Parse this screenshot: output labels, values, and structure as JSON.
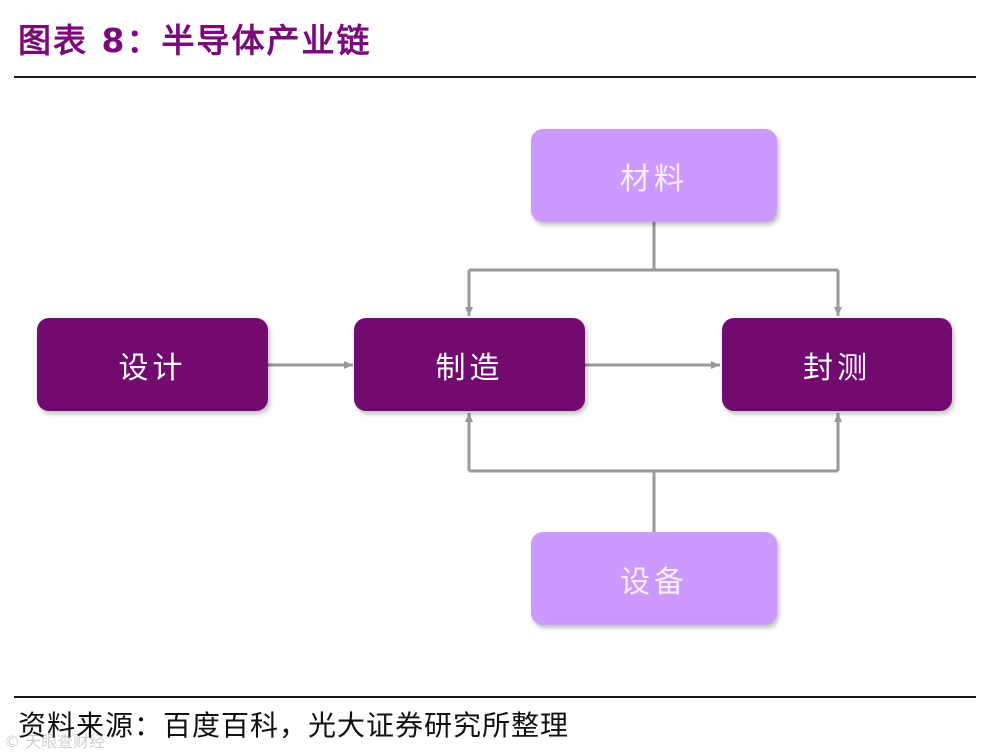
{
  "figure": {
    "title": "图表 8：半导体产业链",
    "source": "资料来源：百度百科，光大证券研究所整理",
    "watermark": "© 天眼查财经"
  },
  "nodes": {
    "design": "设计",
    "manufacturing": "制造",
    "packaging_testing": "封测",
    "materials": "材料",
    "equipment": "设备"
  },
  "colors": {
    "title": "#7a0a7a",
    "primary_node": "#730a70",
    "supporting_node": "#cc99ff",
    "connector": "#999999"
  }
}
